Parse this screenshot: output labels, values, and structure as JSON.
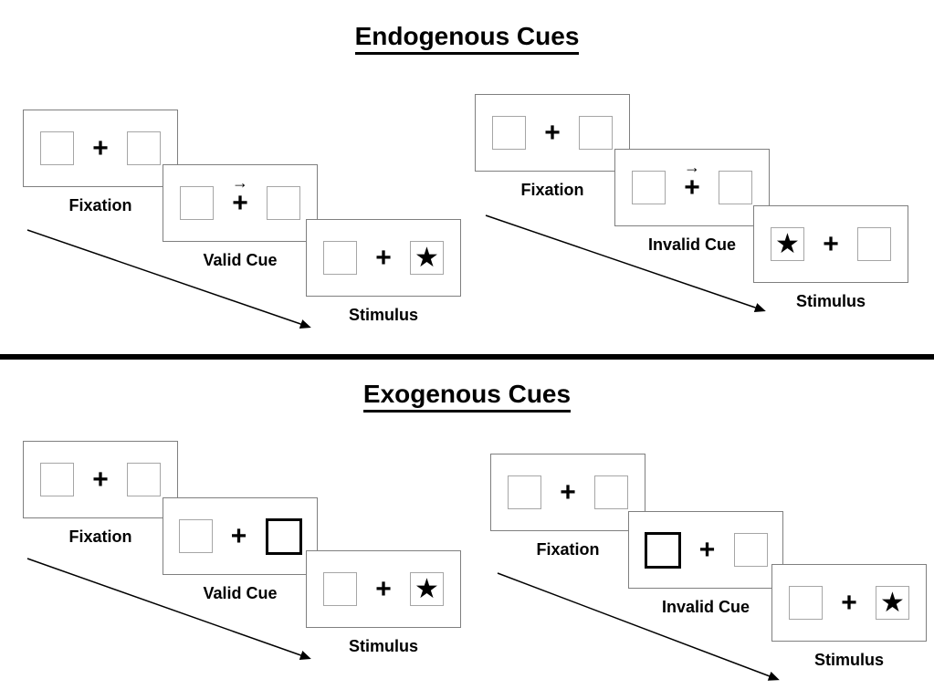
{
  "colors": {
    "ink": "#000000",
    "panel_border": "#7f7f7f",
    "box_border": "#a6a6a6"
  },
  "sections": [
    {
      "title": "Endogenous Cues",
      "sequences": [
        {
          "name": "endogenous-valid-cue-sequence",
          "panels": [
            {
              "label": "Fixation",
              "plus": "+",
              "arrow": "",
              "left_glyph": "",
              "right_glyph": "",
              "left_class": "",
              "right_class": ""
            },
            {
              "label": "Valid Cue",
              "plus": "+",
              "arrow": "→",
              "left_glyph": "",
              "right_glyph": "",
              "left_class": "",
              "right_class": ""
            },
            {
              "label": "Stimulus",
              "plus": "+",
              "arrow": "",
              "left_glyph": "",
              "right_glyph": "★",
              "left_class": "",
              "right_class": ""
            }
          ]
        },
        {
          "name": "endogenous-invalid-cue-sequence",
          "panels": [
            {
              "label": "Fixation",
              "plus": "+",
              "arrow": "",
              "left_glyph": "",
              "right_glyph": "",
              "left_class": "",
              "right_class": ""
            },
            {
              "label": "Invalid Cue",
              "plus": "+",
              "arrow": "→",
              "left_glyph": "",
              "right_glyph": "",
              "left_class": "",
              "right_class": ""
            },
            {
              "label": "Stimulus",
              "plus": "+",
              "arrow": "",
              "left_glyph": "★",
              "right_glyph": "",
              "left_class": "",
              "right_class": ""
            }
          ]
        }
      ]
    },
    {
      "title": "Exogenous Cues",
      "sequences": [
        {
          "name": "exogenous-valid-cue-sequence",
          "panels": [
            {
              "label": "Fixation",
              "plus": "+",
              "arrow": "",
              "left_glyph": "",
              "right_glyph": "",
              "left_class": "",
              "right_class": ""
            },
            {
              "label": "Valid Cue",
              "plus": "+",
              "arrow": "",
              "left_glyph": "",
              "right_glyph": "",
              "left_class": "",
              "right_class": "bold"
            },
            {
              "label": "Stimulus",
              "plus": "+",
              "arrow": "",
              "left_glyph": "",
              "right_glyph": "★",
              "left_class": "",
              "right_class": ""
            }
          ]
        },
        {
          "name": "exogenous-invalid-cue-sequence",
          "panels": [
            {
              "label": "Fixation",
              "plus": "+",
              "arrow": "",
              "left_glyph": "",
              "right_glyph": "",
              "left_class": "",
              "right_class": ""
            },
            {
              "label": "Invalid Cue",
              "plus": "+",
              "arrow": "",
              "left_glyph": "",
              "right_glyph": "",
              "left_class": "bold",
              "right_class": ""
            },
            {
              "label": "Stimulus",
              "plus": "+",
              "arrow": "",
              "left_glyph": "",
              "right_glyph": "★",
              "left_class": "",
              "right_class": ""
            }
          ]
        }
      ]
    }
  ]
}
